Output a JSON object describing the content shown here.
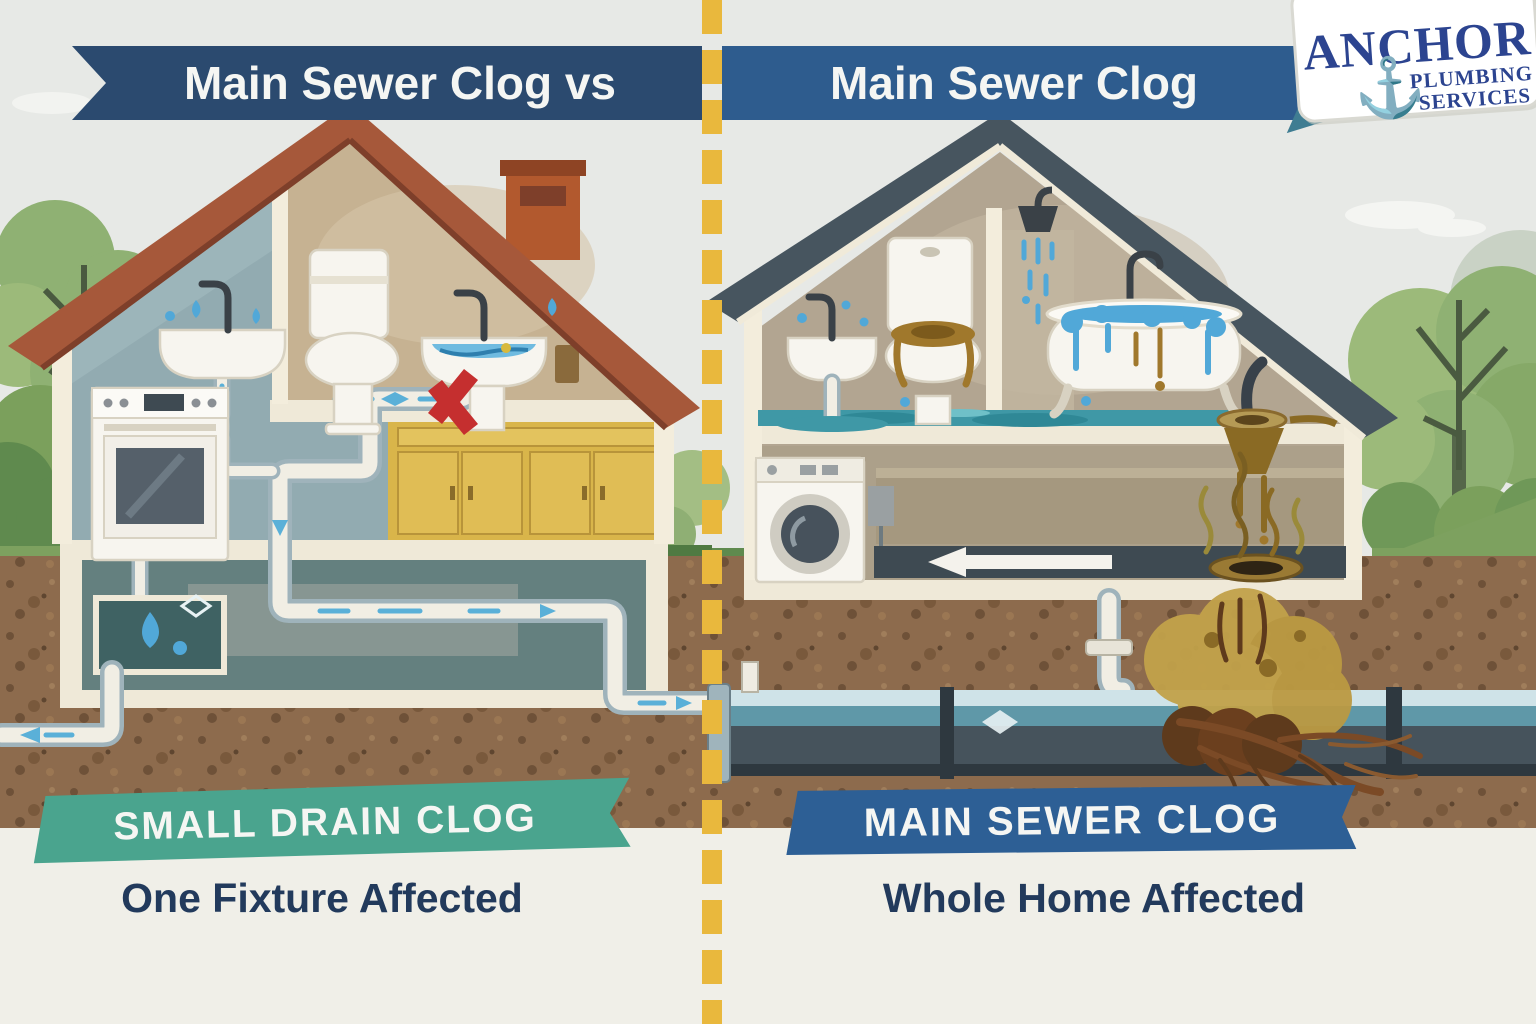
{
  "titles": {
    "left": "Main Sewer Clog vs",
    "right": "Main Sewer Clog"
  },
  "logo": {
    "word": "ANCHOR",
    "sub1": "PLUMBING",
    "sub2": "SERVICES",
    "anchor_glyph": "⚓"
  },
  "left_scene": {
    "banner": "SMALL DRAIN CLOG",
    "caption": "One Fixture Affected"
  },
  "right_scene": {
    "banner": "MAIN SEWER CLOG",
    "caption": "Whole Home Affected"
  },
  "colors": {
    "top_left_banner": "#2b4a6f",
    "top_right_banner": "#2e5c8e",
    "bottom_left_banner": "#4aa48e",
    "bottom_right_banner": "#2d5f95",
    "banner_text": "#f5f6f3",
    "caption_text": "#223a5c",
    "divider": "#e9b83d",
    "logo_navy": "#2c4490",
    "anchor_gray": "#8a9096",
    "water_blue": "#51a8d8",
    "flood_teal": "#3f98a6",
    "sewage_brown": "#8a6a24",
    "alert_red": "#c52f2f",
    "root_brown": "#6b3f1e"
  }
}
